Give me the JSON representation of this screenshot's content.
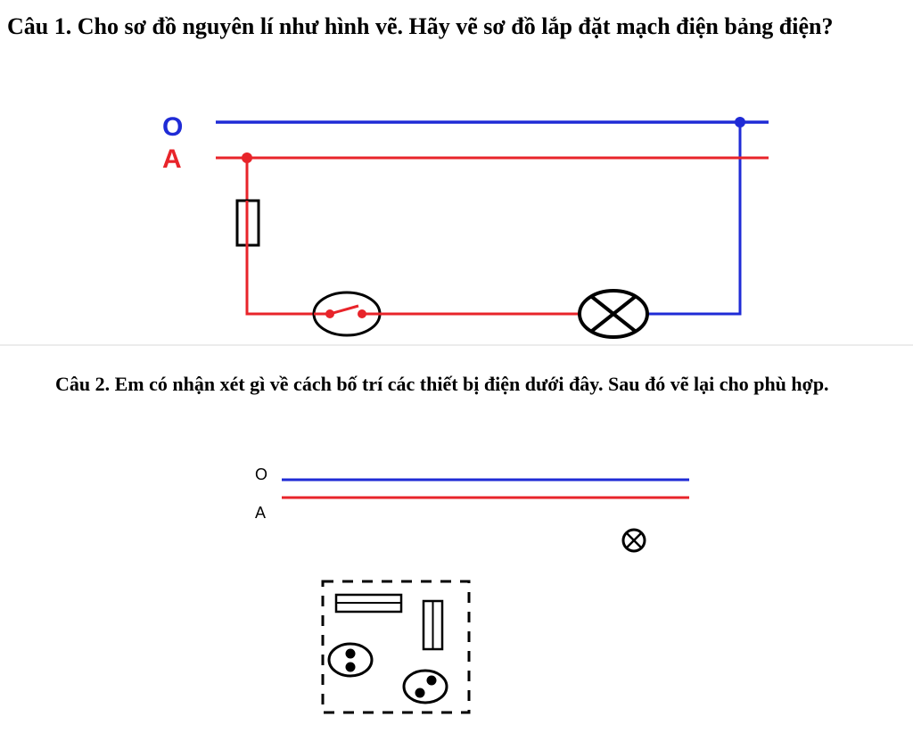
{
  "question1": {
    "text": "Câu 1. Cho sơ đồ nguyên lí như hình vẽ. Hãy vẽ sơ đồ lắp đặt mạch điện bảng điện?",
    "label_o": "O",
    "label_a": "A"
  },
  "question2": {
    "text": "Câu 2. Em có nhận xét gì về cách bố trí các thiết bị điện dưới đây. Sau đó vẽ lại cho phù hợp.",
    "label_o": "O",
    "label_a": "A"
  },
  "colors": {
    "neutral_wire": "#1f2bd6",
    "live_wire": "#e8242a",
    "component_stroke": "#000000"
  }
}
